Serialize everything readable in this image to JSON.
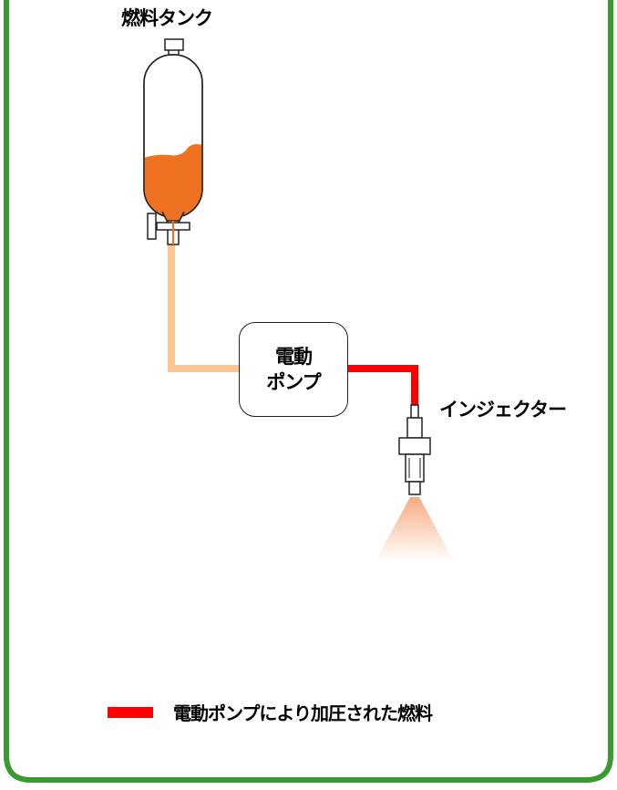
{
  "labels": {
    "fuel_tank": "燃料タンク",
    "pump_line1": "電動",
    "pump_line2": "ポンプ",
    "injector": "インジェクター"
  },
  "legend": {
    "text": "電動ポンプにより加圧された燃料",
    "color": "#ff0000"
  },
  "colors": {
    "border": "#3a9a32",
    "fuel": "#ef7122",
    "low_pressure_line": "#fcc591",
    "high_pressure_line": "#ff0000",
    "spray": "#f6a77a"
  }
}
